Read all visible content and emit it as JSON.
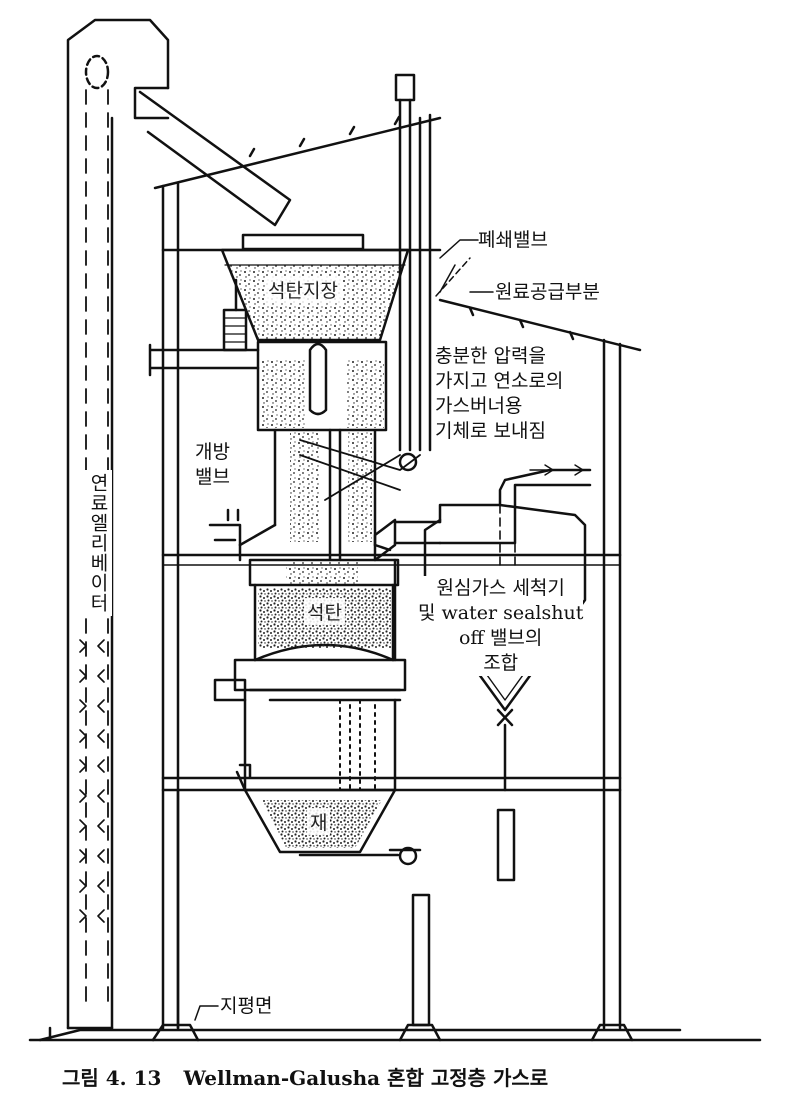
{
  "caption": {
    "figure": "그림 4. 13",
    "title": "Wellman-Galusha 혼합 고정층 가스로"
  },
  "labels": {
    "closing_valve": "폐쇄밸브",
    "feed_section": "원료공급부분",
    "gas_out": [
      "충분한 압력을",
      "가지고 연소로의",
      "가스버너용",
      "기체로 보내짐"
    ],
    "open_valve": [
      "개방",
      "밸브"
    ],
    "scrubber": [
      "원심가스 세척기",
      "및 water sealshut",
      "off 밸브의",
      "조합"
    ],
    "ground": "지평면",
    "coal_storage": "석탄지장",
    "coal": "석탄",
    "ash": "재",
    "elevator": "연료엘리베이터"
  }
}
